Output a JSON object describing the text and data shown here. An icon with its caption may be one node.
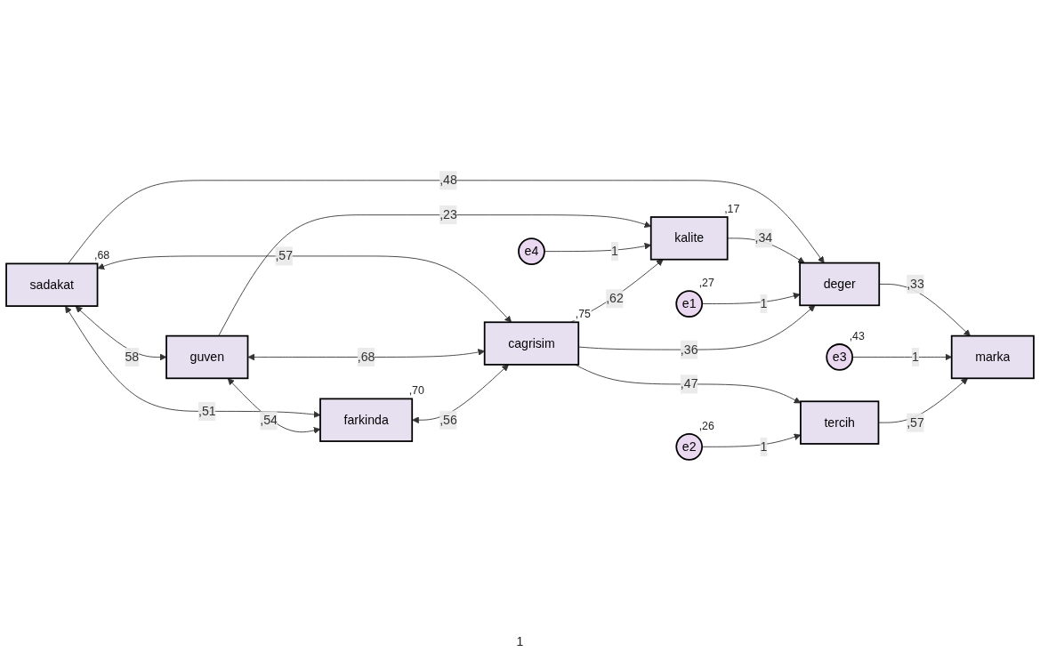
{
  "diagram": {
    "nodes": [
      {
        "text": [
          "sadakat"
        ],
        "beside": [
          ",68"
        ]
      },
      {
        "text": [
          "guven"
        ]
      },
      {
        "text": [
          "deger"
        ]
      },
      {
        "text": [
          "e3"
        ],
        "beside": [
          ",43"
        ]
      },
      {
        "text": [
          "marka"
        ]
      },
      {
        "text": [
          "kalite"
        ],
        "beside": [
          ",17"
        ]
      },
      {
        "text": [
          "e4"
        ]
      },
      {
        "text": [
          "farkinda"
        ],
        "beside": [
          ",70"
        ]
      },
      {
        "text": [
          "e1"
        ],
        "beside": [
          ",27"
        ]
      },
      {
        "text": [
          "e2"
        ],
        "beside": [
          ",26"
        ]
      },
      {
        "text": [
          "cagrisim"
        ],
        "beside": [
          ",75"
        ]
      },
      {
        "text": [
          "tercih"
        ]
      }
    ],
    "edges": [
      {
        "from": 0,
        "to": 2,
        "arrow": "to",
        "label": ",48"
      },
      {
        "from": 1,
        "to": 5,
        "arrow": "to",
        "label": ",23"
      },
      {
        "from": 5,
        "to": 2,
        "arrow": "to",
        "label": ",34"
      },
      {
        "from": 6,
        "to": 5,
        "arrow": "to",
        "label": "1"
      },
      {
        "from": 8,
        "to": 2,
        "arrow": "to",
        "label": "1"
      },
      {
        "from": 2,
        "to": 4,
        "arrow": "to",
        "label": ",33"
      },
      {
        "from": 3,
        "to": 4,
        "arrow": "to",
        "label": "1"
      },
      {
        "from": 10,
        "to": 5,
        "arrow": "to",
        "label": ",62"
      },
      {
        "from": 10,
        "to": 2,
        "arrow": "to",
        "label": ",36"
      },
      {
        "from": 10,
        "to": 11,
        "arrow": "to",
        "label": ",47"
      },
      {
        "from": 9,
        "to": 11,
        "arrow": "to",
        "label": "1"
      },
      {
        "from": 11,
        "to": 4,
        "arrow": "to",
        "label": ",57"
      },
      {
        "from": 0,
        "to": 1,
        "arrow": "both",
        "label": "58"
      },
      {
        "from": 0,
        "to": 7,
        "arrow": "both",
        "label": ",51"
      },
      {
        "from": 0,
        "to": 10,
        "arrow": "both",
        "label": ",57"
      },
      {
        "from": 1,
        "to": 7,
        "arrow": "both",
        "label": ",54"
      },
      {
        "from": 1,
        "to": 10,
        "arrow": "both",
        "label": ",68"
      },
      {
        "from": 7,
        "to": 10,
        "arrow": "both",
        "label": ",56"
      }
    ],
    "labels": [
      "1"
    ]
  }
}
